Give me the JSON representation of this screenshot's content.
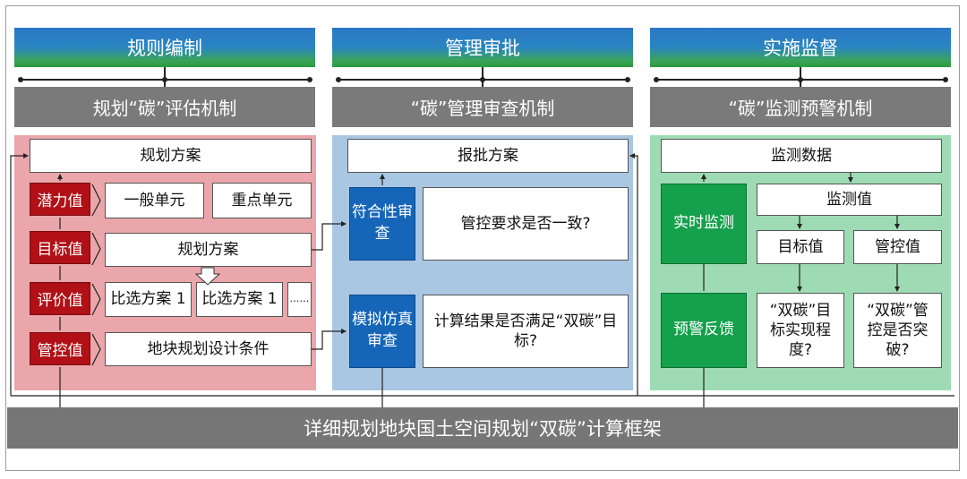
{
  "headers": [
    "规则编制",
    "管理审批",
    "实施监督"
  ],
  "mechanisms": [
    "规划“碳”评估机制",
    "“碳”管理审查机制",
    "“碳”监测预警机制"
  ],
  "left": {
    "top_box": "规划方案",
    "labels": [
      "潜力值",
      "目标值",
      "评价值",
      "管控值"
    ],
    "unit_general": "一般单元",
    "unit_key": "重点单元",
    "plan": "规划方案",
    "alt1": "比选方案 1",
    "alt2": "比选方案 1",
    "alt_more": "……",
    "conditions": "地块规划设计条件"
  },
  "middle": {
    "top_box": "报批方案",
    "review1": "符合性审查",
    "question1": "管控要求是否一致?",
    "review2": "模拟仿真审查",
    "question2": "计算结果是否满足“双碳”目标?"
  },
  "right": {
    "top_box": "监测数据",
    "realtime": "实时监测",
    "monitor_value": "监测值",
    "target_value": "目标值",
    "control_value": "管控值",
    "warning": "预警反馈",
    "question1": "“双碳”目标实现程度?",
    "question2": "“双碳”管控是否突破?"
  },
  "bottom": "详细规划地块国土空间规划“双碳”计算框架",
  "colors": {
    "left_panel": "#eaa6aa",
    "middle_panel": "#a9c7e3",
    "right_panel": "#9edbb5",
    "red": "#b01016",
    "blue": "#1565b8",
    "green": "#15a04c"
  }
}
